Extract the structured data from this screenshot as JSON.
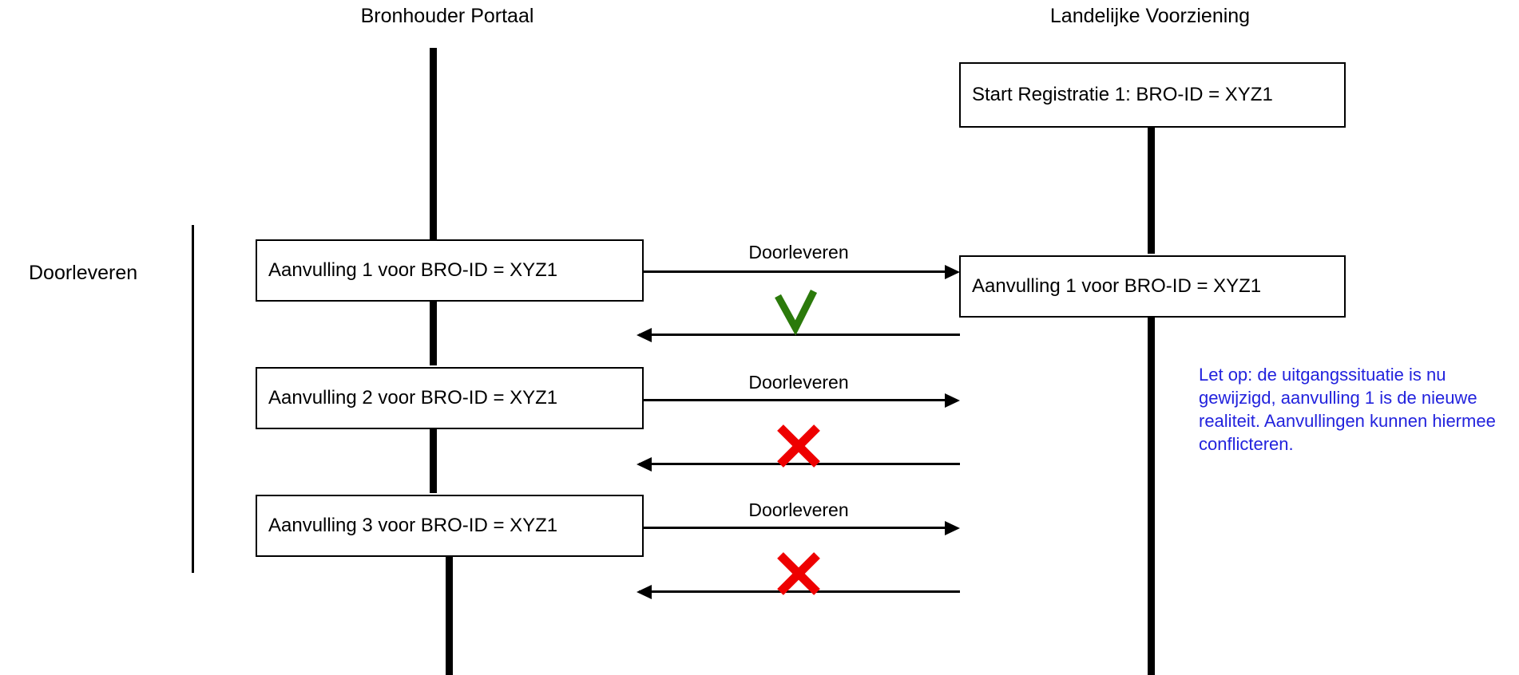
{
  "diagram": {
    "title_left": "Bronhouder Portaal",
    "title_right": "Landelijke Voorziening",
    "side_label": "Doorleveren",
    "colors": {
      "line": "#000000",
      "success": "#2b7a0b",
      "failure": "#ee0000",
      "note": "#2222dd"
    }
  },
  "boxes": {
    "start_registration": "Start Registratie 1: BRO-ID = XYZ1",
    "left_1": "Aanvulling 1 voor BRO-ID = XYZ1",
    "left_2": "Aanvulling 2 voor BRO-ID = XYZ1",
    "left_3": "Aanvulling 3 voor BRO-ID = XYZ1",
    "right_1": "Aanvulling 1 voor BRO-ID = XYZ1"
  },
  "arrows": {
    "label_1": "Doorleveren",
    "label_2": "Doorleveren",
    "label_3": "Doorleveren"
  },
  "marks": {
    "mark_1": "check-mark-icon",
    "mark_2": "cross-mark-icon",
    "mark_3": "cross-mark-icon"
  },
  "note": {
    "text": "Let op: de uitgangssituatie is nu gewijzigd, aanvulling 1 is de nieuwe realiteit. Aanvullingen kunnen hiermee conflicteren."
  }
}
